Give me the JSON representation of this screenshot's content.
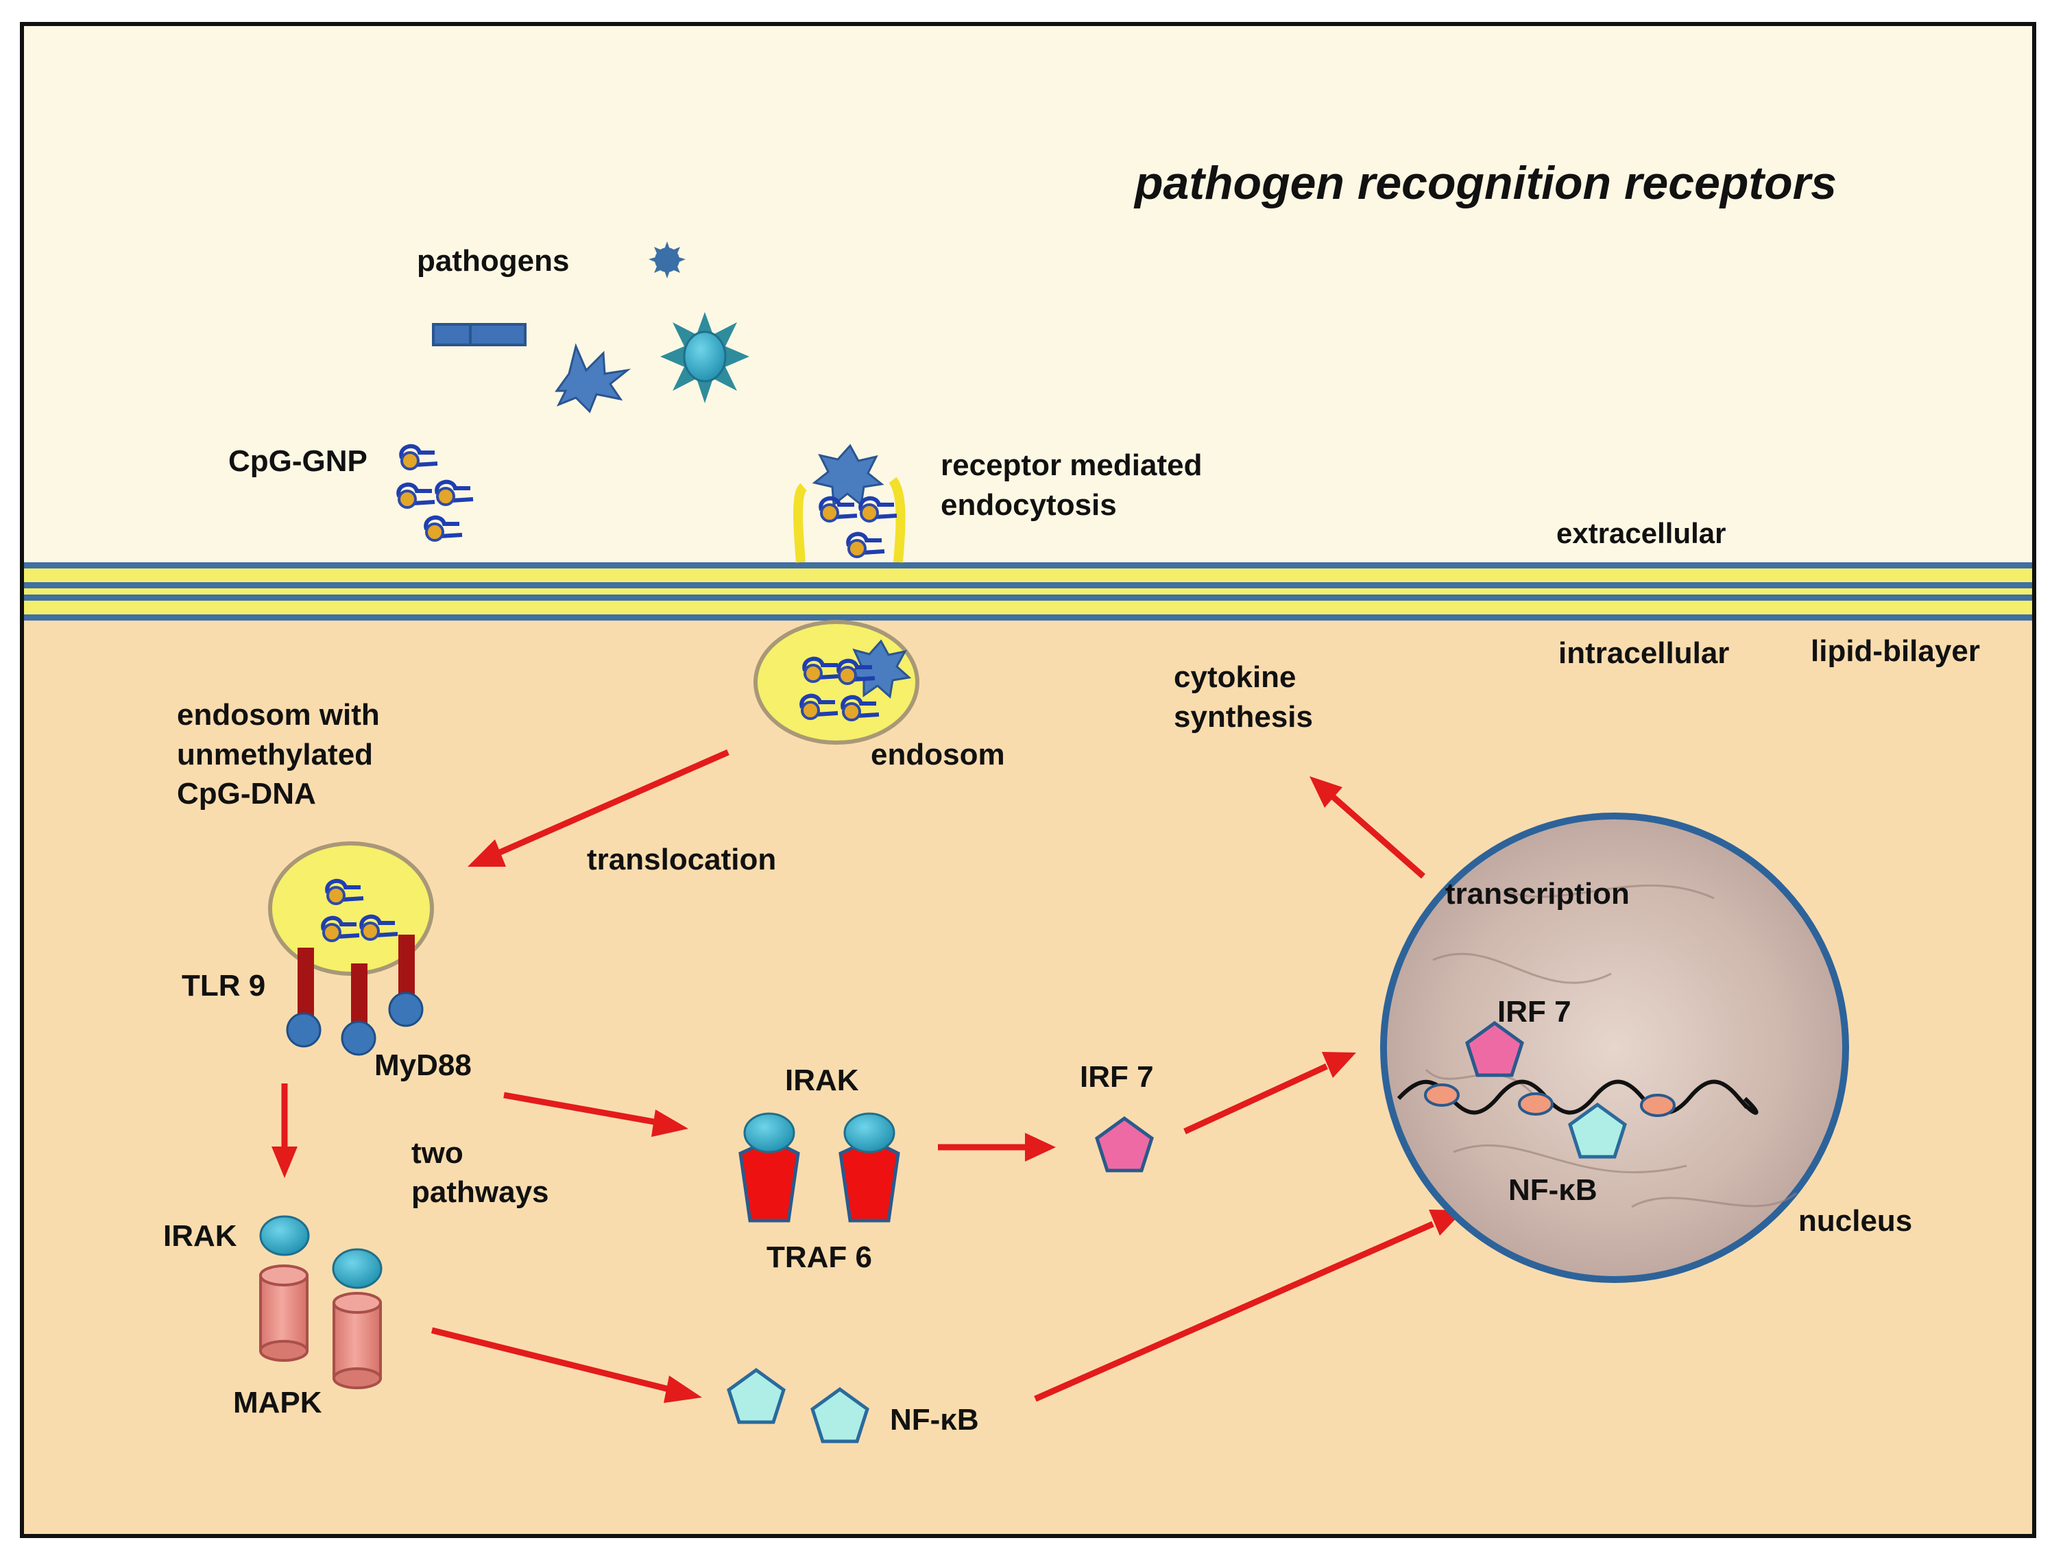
{
  "title": "pathogen recognition receptors",
  "labels": {
    "pathogens": "pathogens",
    "cpg_gnp": "CpG-GNP",
    "receptor_mediated_1": "receptor mediated",
    "receptor_mediated_2": "endocytosis",
    "extracellular": "extracellular",
    "intracellular": "intracellular",
    "lipid_bilayer": "lipid-bilayer",
    "endosom_with_1": "endosom with",
    "endosom_with_2": "unmethylated",
    "endosom_with_3": "CpG-DNA",
    "endosom": "endosom",
    "translocation": "translocation",
    "cytokine_1": "cytokine",
    "cytokine_2": "synthesis",
    "transcription": "transcription",
    "tlr9": "TLR 9",
    "myd88": "MyD88",
    "two_pathways_1": "two",
    "two_pathways_2": "pathways",
    "irak_left": "IRAK",
    "mapk": "MAPK",
    "irak_mid": "IRAK",
    "traf6": "TRAF 6",
    "irf7_mid": "IRF 7",
    "irf7_nucleus": "IRF 7",
    "nfkb_bottom": "NF-κB",
    "nfkb_nucleus": "NF-κB",
    "nucleus": "nucleus"
  },
  "colors": {
    "extracellular_bg": "#fdf8e4",
    "intracellular_bg": "#f9dcae",
    "membrane_blue": "#3f6fa3",
    "membrane_yellow": "#f5ee6a",
    "arrow_red": "#e31b1b",
    "receptor_dark_red": "#a51414",
    "myd88_blue": "#3a76b8",
    "irak_cyan": "#2ea6c2",
    "traf6_red": "#ee1111",
    "irf7_pink": "#ee6aa4",
    "nfkb_cyan": "#aeeee6",
    "mapk_salmon": "#e88f86",
    "nucleus_border": "#2d639a",
    "gold_particle": "#e3a629",
    "dna_strand": "#1f3eb0",
    "endosome_yellow": "#f6f06a"
  }
}
